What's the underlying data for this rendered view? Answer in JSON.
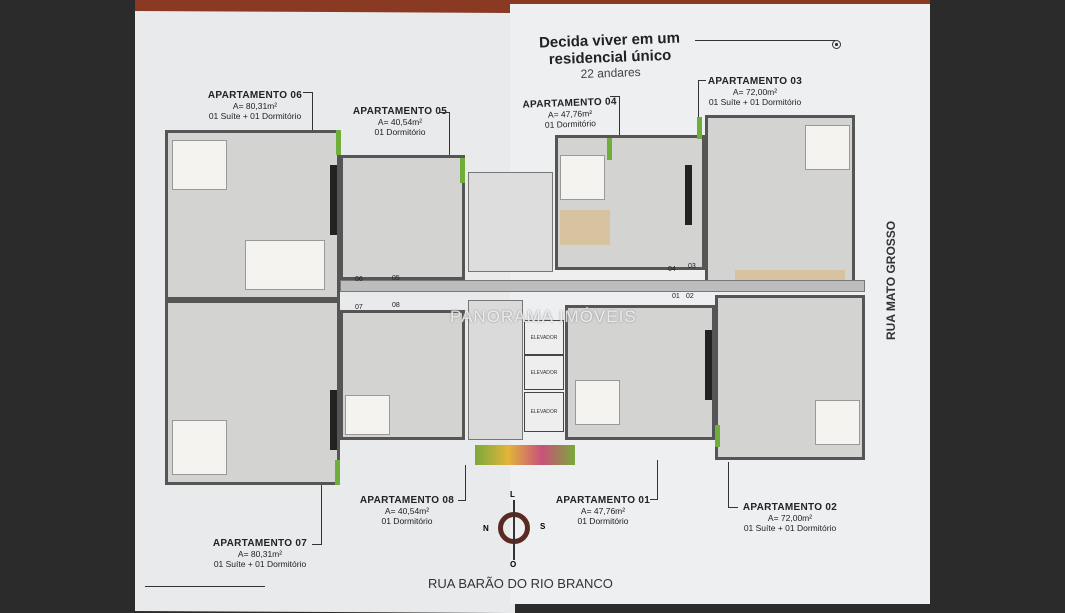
{
  "header": {
    "line1": "Decida viver em um",
    "line2": "residencial único",
    "floors": "22 andares"
  },
  "apartments": [
    {
      "title": "APARTAMENTO 06",
      "area": "A= 80,31m²",
      "rooms": "01 Suíte + 01 Dormitório"
    },
    {
      "title": "APARTAMENTO 05",
      "area": "A= 40,54m²",
      "rooms": "01 Dormitório"
    },
    {
      "title": "APARTAMENTO 04",
      "area": "A= 47,76m²",
      "rooms": "01 Dormitório"
    },
    {
      "title": "APARTAMENTO 03",
      "area": "A= 72,00m²",
      "rooms": "01 Suíte + 01 Dormitório"
    },
    {
      "title": "APARTAMENTO 07",
      "area": "A= 80,31m²",
      "rooms": "01 Suíte + 01 Dormitório"
    },
    {
      "title": "APARTAMENTO 08",
      "area": "A= 40,54m²",
      "rooms": "01 Dormitório"
    },
    {
      "title": "APARTAMENTO 01",
      "area": "A= 47,76m²",
      "rooms": "01 Dormitório"
    },
    {
      "title": "APARTAMENTO 02",
      "area": "A= 72,00m²",
      "rooms": "01 Suíte + 01 Dormitório"
    }
  ],
  "units": [
    "01",
    "02",
    "03",
    "04",
    "05",
    "06",
    "07",
    "08"
  ],
  "elevators": [
    "ELEVADOR",
    "ELEVADOR",
    "ELEVADOR"
  ],
  "streets": {
    "bottom": "RUA BARÃO DO RIO BRANCO",
    "right": "RUA MATO GROSSO"
  },
  "compass": {
    "n": "N",
    "s": "S",
    "l": "L",
    "o": "O"
  },
  "watermark": "PANORAMA IMÓVEIS"
}
